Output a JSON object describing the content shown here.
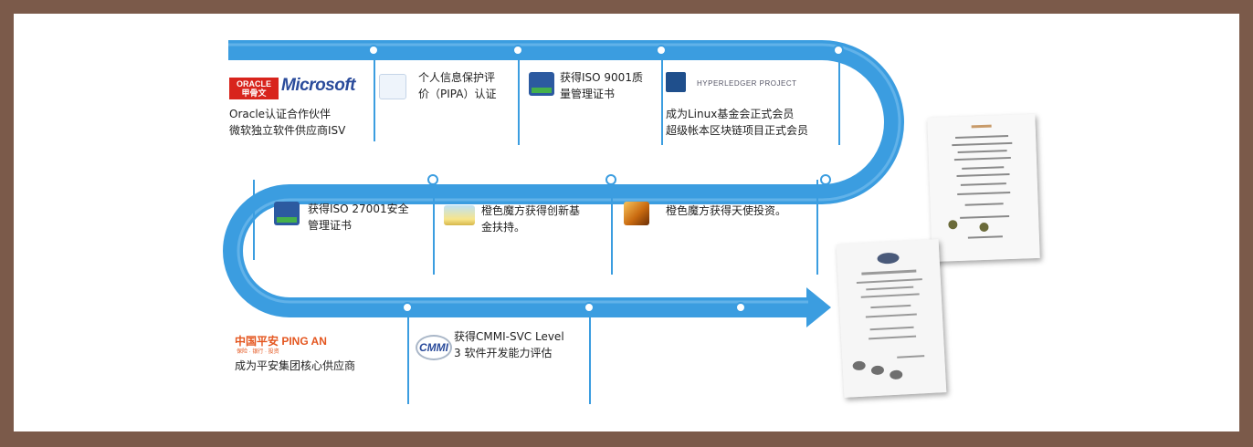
{
  "milestones": [
    {
      "logos": [
        "ORACLE 甲骨文",
        "Microsoft"
      ],
      "line1": "Oracle认证合作伙伴",
      "line2": "微软独立软件供应商ISV"
    },
    {
      "line1": "个人信息保护评",
      "line2": "价（PIPA）认证"
    },
    {
      "line1": "获得ISO 9001质",
      "line2": "量管理证书"
    },
    {
      "logo": "HYPERLEDGER PROJECT",
      "line1": "成为Linux基金会正式会员",
      "line2": "超级帐本区块链项目正式会员"
    },
    {
      "line1": "获得ISO 27001安全",
      "line2": "管理证书"
    },
    {
      "line1": "橙色魔方获得创新基",
      "line2": "金扶持。"
    },
    {
      "line1": "橙色魔方获得天使投资。"
    },
    {
      "logo": "中国平安 PING AN",
      "logo_sub": "保险 · 银行 · 投资",
      "line1": "成为平安集团核心供应商"
    },
    {
      "logo": "CMMI",
      "line1": "获得CMMI-SVC Level",
      "line2": "3 软件开发能力评估"
    }
  ],
  "colors": {
    "track": "#3b9de0",
    "frame": "#7b5a4a",
    "background": "#ffffff"
  },
  "icons": [
    "oracle-logo",
    "microsoft-logo",
    "pipa-certificate-icon",
    "iso-certificate-icon",
    "hyperledger-logo",
    "sunrise-image",
    "angel-investment-image",
    "pingan-logo",
    "cmmi-logo",
    "certificate-documents"
  ]
}
